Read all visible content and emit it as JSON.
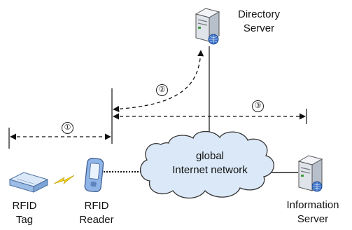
{
  "directory_server": {
    "line1": "Directory",
    "line2": "Server"
  },
  "information_server": {
    "line1": "Information",
    "line2": "Server"
  },
  "rfid_tag": {
    "line1": "RFID",
    "line2": "Tag"
  },
  "rfid_reader": {
    "line1": "RFID",
    "line2": "Reader"
  },
  "network": {
    "line1": "global",
    "line2": "Internet network"
  },
  "steps": [
    "①",
    "②",
    "③"
  ],
  "colors": {
    "cloud_fill": "#dbe8f7",
    "cloud_stroke": "#333333",
    "server_body": "#dfe4ea",
    "globe": "#3a6fc2",
    "lightning": "#f2d21a",
    "tag_body": "#9dbde6",
    "reader_body": "#8fb4e8"
  }
}
